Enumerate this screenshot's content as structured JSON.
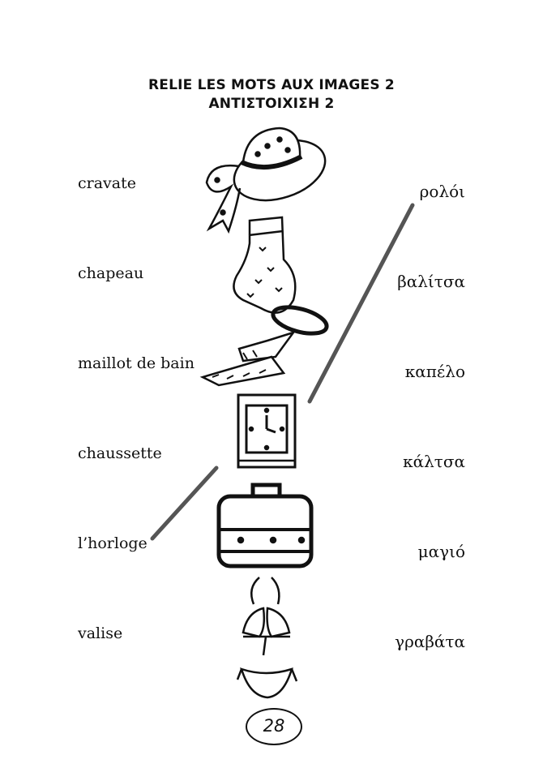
{
  "title": {
    "line1": "RELIE LES MOTS AUX IMAGES 2",
    "line2": "ΑΝΤΙΣΤΟΙΧΙΣΗ 2"
  },
  "left_words": [
    "cravate",
    "chapeau",
    "maillot de bain",
    "chaussette",
    "l’horloge",
    "valise"
  ],
  "right_words": [
    "ρολόι",
    "βαλίτσα",
    "καπέλο",
    "κάλτσα",
    "μαγιό",
    "γραβάτα"
  ],
  "images": [
    "hat",
    "sock",
    "tie",
    "clock",
    "suitcase",
    "bikini"
  ],
  "page_number": "28",
  "line_color": "#555555"
}
